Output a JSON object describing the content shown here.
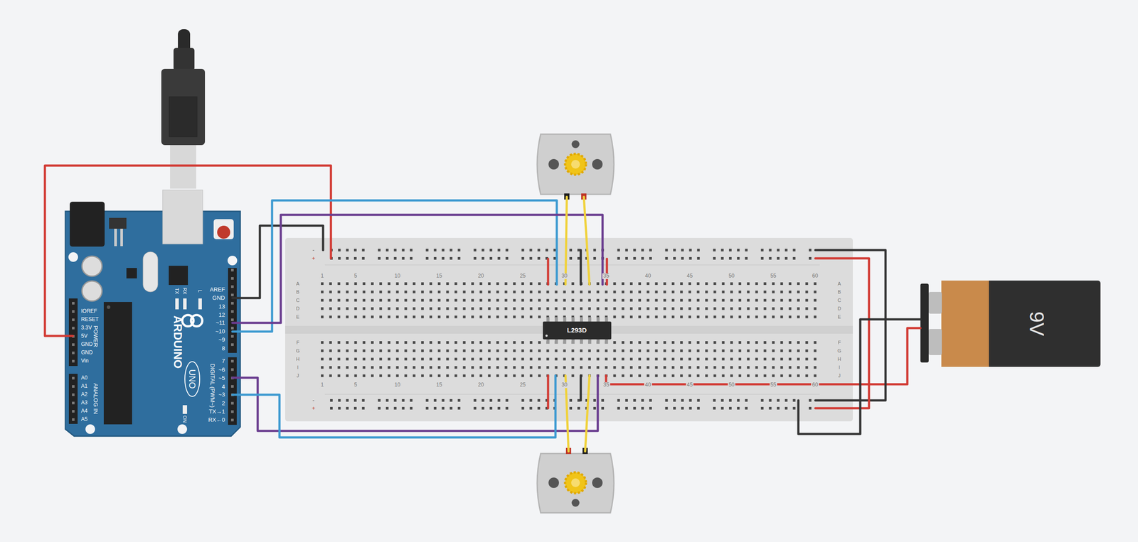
{
  "diagram": {
    "nodes": [
      {
        "text": [
          "ARDUINO",
          "UNO"
        ]
      },
      {
        "text": [
          "L293D"
        ]
      },
      {
        "text": [
          "9V"
        ]
      }
    ],
    "labels": [
      "AREF",
      "GND",
      "13",
      "12",
      "~11",
      "~10",
      "~9",
      "8",
      "7",
      "~6",
      "~5",
      "4",
      "~3",
      "2",
      "TX→1",
      "RX←0",
      "DIGITAL (PWM~)",
      "IOREF",
      "RESET",
      "3.3V",
      "5V",
      "GND",
      "GND",
      "Vin",
      "POWER",
      "A0",
      "A1",
      "A2",
      "A3",
      "A4",
      "A5",
      "ANALOG IN",
      "TX",
      "RX",
      "L",
      "ON",
      "1",
      "5",
      "10",
      "15",
      "20",
      "25",
      "30",
      "35",
      "40",
      "45",
      "50",
      "55",
      "60",
      "1",
      "5",
      "10",
      "15",
      "20",
      "25",
      "30",
      "35",
      "40",
      "45",
      "50",
      "55",
      "60",
      "A",
      "B",
      "C",
      "D",
      "E",
      "F",
      "G",
      "H",
      "I",
      "J",
      "A",
      "B",
      "C",
      "D",
      "E",
      "F",
      "G",
      "H",
      "I",
      "J",
      "-",
      "+",
      "-",
      "+"
    ]
  }
}
